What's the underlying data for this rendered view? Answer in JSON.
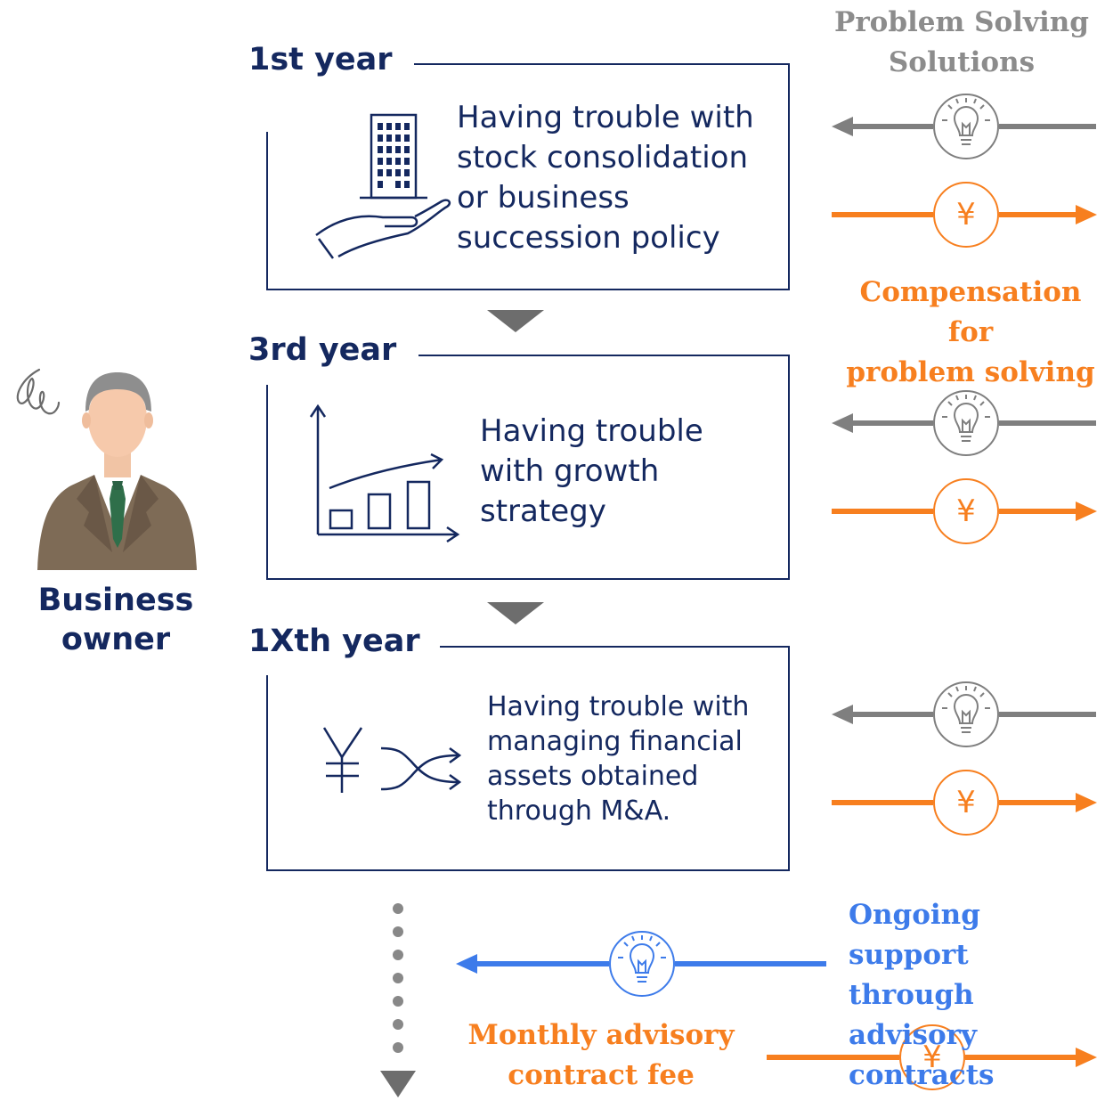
{
  "owner": {
    "label_line1": "Business",
    "label_line2": "owner"
  },
  "header": {
    "line1": "Problem Solving",
    "line2": "Solutions"
  },
  "stages": [
    {
      "year": "1st year",
      "lines": [
        "Having trouble with",
        "stock consolidation",
        "or business",
        "succession policy"
      ]
    },
    {
      "year": "3rd year",
      "lines": [
        "Having trouble",
        "with growth",
        "strategy"
      ]
    },
    {
      "year": "1Xth year",
      "lines": [
        "Having trouble with",
        "managing financial",
        "assets obtained",
        "through M&A."
      ]
    }
  ],
  "compensation": {
    "line1": "Compensation for",
    "line2": "problem solving"
  },
  "ongoing": {
    "line1": "Ongoing support",
    "line2": "through advisory",
    "line3": "contracts"
  },
  "monthly": {
    "line1": "Monthly advisory",
    "line2": "contract fee"
  },
  "yen_symbol": "¥",
  "colors": {
    "navy": "#14285f",
    "gray": "#7f7f7f",
    "orange": "#f77f1f",
    "blue": "#3d7bea"
  },
  "icons": [
    "building-hand-icon",
    "growth-chart-icon",
    "yen-shuffle-icon",
    "lightbulb-icon",
    "yen-coin-icon",
    "worried-scribble-icon"
  ]
}
